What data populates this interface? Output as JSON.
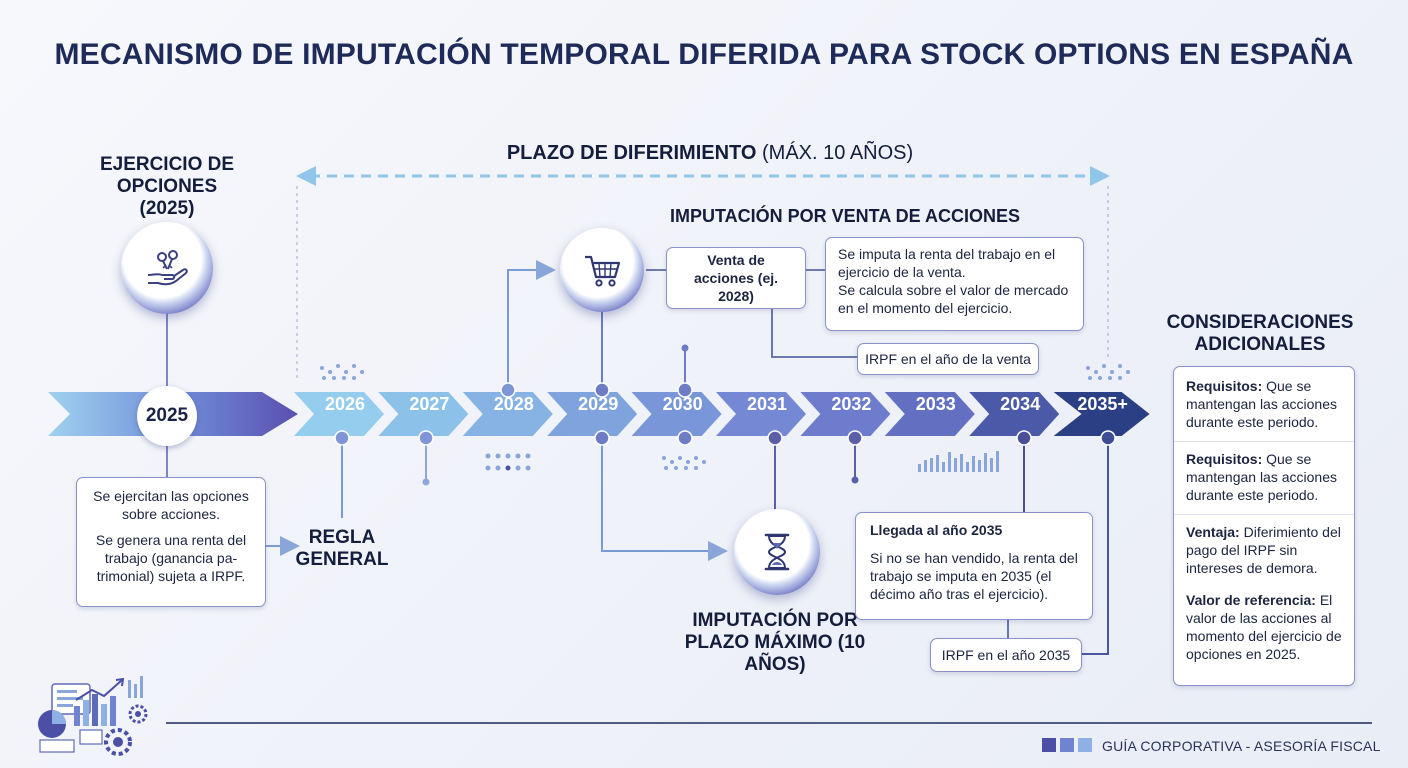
{
  "title": "MECANISMO DE IMPUTACIÓN TEMPORAL DIFERIDA PARA STOCK OPTIONS EN ESPAÑA",
  "plazo": {
    "bold": "PLAZO DE DIFERIMIENTO",
    "rest": " (MÁX. 10 AÑOS)"
  },
  "ejercicio": {
    "title": "EJERCICIO DE OPCIONES (2025)",
    "year": "2025",
    "box_line1": "Se ejercitan las opciones sobre acciones.",
    "box_line2": "Se genera una renta del trabajo (ganancia pa-trimonial) sujeta a IRPF."
  },
  "regla": "REGLA GENERAL",
  "years": [
    "2026",
    "2027",
    "2028",
    "2029",
    "2030",
    "2031",
    "2032",
    "2033",
    "2034",
    "2035+"
  ],
  "venta": {
    "title": "IMPUTACIÓN POR VENTA DE ACCIONES",
    "label": "Venta de acciones (ej. 2028)",
    "desc1": "Se imputa la renta del trabajo en el ejercicio de la venta.",
    "desc2": "Se calcula sobre el valor de mercado en el momento del ejercicio.",
    "irpf": "IRPF en el año de la venta"
  },
  "maximo": {
    "title": "IMPUTACIÓN POR PLAZO MÁXIMO (10 AÑOS)",
    "box_title": "Llegada al año 2035",
    "box_text": "Si no se han vendido, la renta del trabajo se imputa en 2035 (el décimo año tras el ejercicio).",
    "irpf": "IRPF en el año 2035"
  },
  "consideraciones": {
    "title": "CONSIDERACIONES ADICIONALES",
    "items": [
      {
        "label": "Requisitos:",
        "text": " Que se mantengan las acciones durante este periodo."
      },
      {
        "label": "Requisitos:",
        "text": " Que se mantengan las acciones durante este periodo."
      },
      {
        "label": "Ventaja:",
        "text": " Diferimiento del pago del IRPF sin intereses de demora."
      },
      {
        "label": "Valor de referencia:",
        "text": " El valor de las acciones al momento del ejercicio de opciones en 2025."
      }
    ]
  },
  "footer": "GUÍA CORPORATIVA - ASESORÍA FISCAL",
  "colors": {
    "navy": "#1e2b58",
    "arrow_light": "#8fc6ea",
    "arrow_mid": "#6f8fd3",
    "arrow_dark": "#2c3f86",
    "accent": "#7b6fc6"
  }
}
